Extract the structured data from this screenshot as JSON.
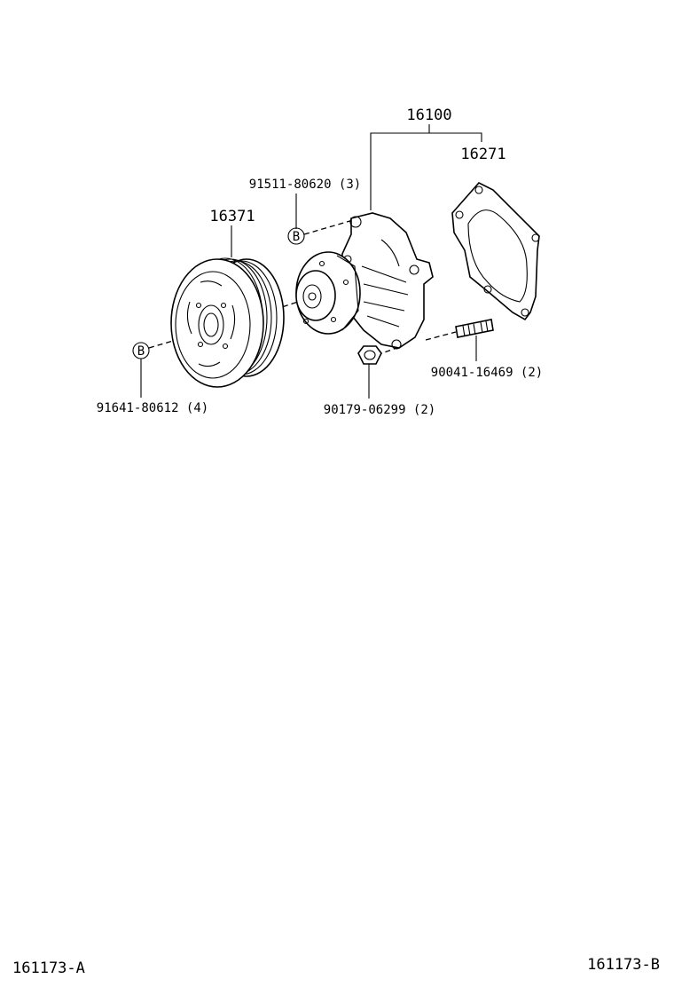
{
  "parts": {
    "water_pump_assy": "16100",
    "gasket": "16271",
    "pulley": "16371",
    "bolt_upper": "91511-80620 (3)",
    "bolt_pulley": "91641-80612 (4)",
    "nut": "90179-06299 (2)",
    "stud": "90041-16469 (2)"
  },
  "callout_marker": "B",
  "footer": {
    "left_ref": "161173-A",
    "right_ref": "161173-B"
  }
}
